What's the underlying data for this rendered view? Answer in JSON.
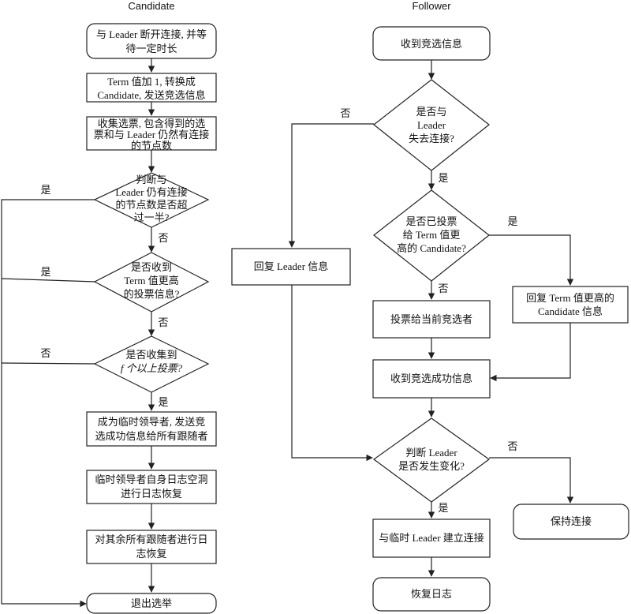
{
  "headers": {
    "candidate": "Candidate",
    "follower": "Follower"
  },
  "candidate": {
    "disconnect": [
      "与 Leader 断开连接, 并等",
      "待一定时长"
    ],
    "term_increment": [
      "Term 值加 1, 转换成",
      "Candidate, 发送竞选信息"
    ],
    "collect_votes": [
      "收集选票, 包含得到的选",
      "票和与 Leader 仍然有连接",
      "的节点数"
    ],
    "check_majority": [
      "判断与",
      "Leader 仍有连接",
      "的节点数是否超",
      "过一半?"
    ],
    "check_higher_term": [
      "是否收到",
      "Term 值更高",
      "的投票信息?"
    ],
    "check_f_votes": [
      "是否收集到",
      "f 个以上投票?"
    ],
    "become_temp_leader": [
      "成为临时领导者, 发送竞",
      "选成功信息给所有跟随者"
    ],
    "self_log_recovery": [
      "临时领导者自身日志空洞",
      "进行日志恢复"
    ],
    "followers_log_recovery": [
      "对其余所有跟随者进行日",
      "志恢复"
    ],
    "exit_election": "退出选举"
  },
  "follower": {
    "receive_election": "收到竞选信息",
    "check_lost_leader": [
      "是否与",
      "Leader",
      "失去连接?"
    ],
    "check_voted_higher": [
      "是否已投票",
      "给 Term 值更",
      "高的 Candidate?"
    ],
    "reply_leader": "回复 Leader 信息",
    "vote_current": "投票给当前竞选者",
    "reply_higher_candidate": [
      "回复 Term 值更高的",
      "Candidate 信息"
    ],
    "receive_success": "收到竞选成功信息",
    "check_leader_change": [
      "判断 Leader",
      "是否发生变化?"
    ],
    "keep_connection": "保持连接",
    "connect_temp_leader": "与临时 Leader 建立连接",
    "recover_log": "恢复日志"
  },
  "labels": {
    "yes": "是",
    "no": "否"
  }
}
